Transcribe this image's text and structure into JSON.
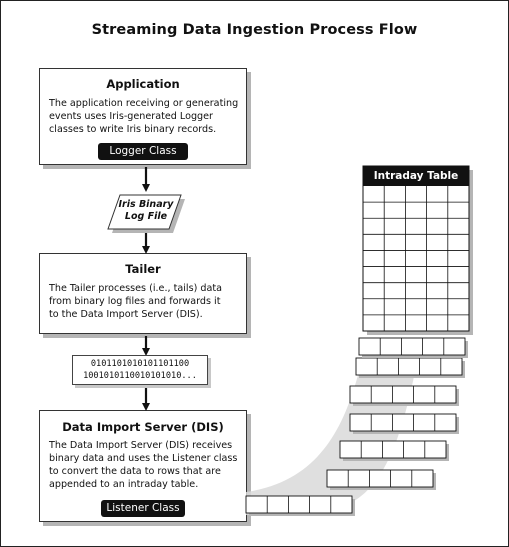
{
  "diagram": {
    "title": "Streaming Data Ingestion Process Flow",
    "application": {
      "heading": "Application",
      "lines": [
        "The application receiving or generating",
        "events uses Iris-generated Logger",
        "classes to write Iris binary records."
      ],
      "button": "Logger Class"
    },
    "log_file": {
      "line1": "Iris Binary",
      "line2": "Log File"
    },
    "tailer": {
      "heading": "Tailer",
      "lines": [
        "The Tailer processes (i.e., tails) data",
        "from binary log files and forwards it",
        "to the Data Import Server (DIS)."
      ]
    },
    "binary_data": {
      "line1": "0101101010101101100",
      "line2": "1001010110010101010..."
    },
    "dis": {
      "heading": "Data Import Server (DIS)",
      "lines": [
        "The Data Import Server (DIS) receives",
        "binary data and uses the Listener class",
        "to convert the data to rows that are",
        "appended to an intraday table."
      ],
      "button": "Listener Class"
    },
    "intraday_table": {
      "title": "Intraday Table",
      "grid_rows": 9,
      "grid_cols": 5
    },
    "moving_rows": 7,
    "colors": {
      "ink": "#111111",
      "shadow": "#b5b5b5",
      "flow_band": "#d9d9d9"
    }
  }
}
